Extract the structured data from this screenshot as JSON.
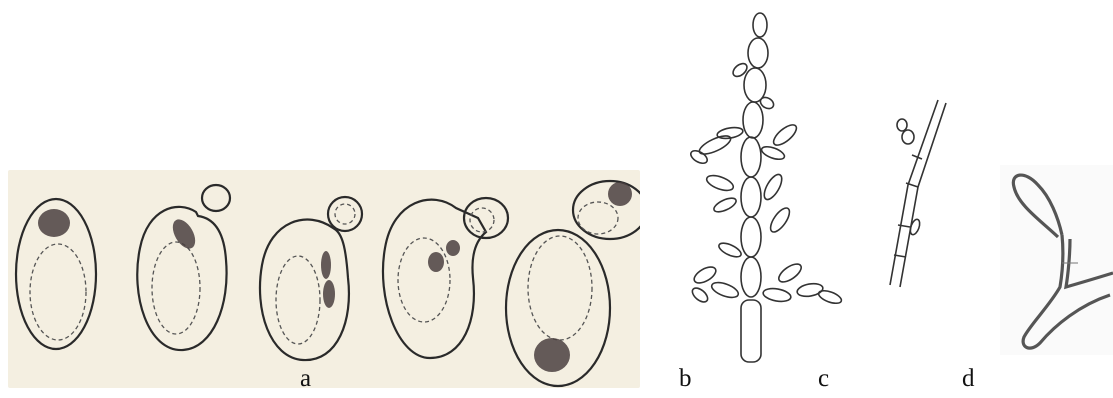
{
  "labels": {
    "a": "a",
    "b": "b",
    "c": "c",
    "d": "d"
  },
  "colors": {
    "panel_a_background": "#f4efe1",
    "outline": "#2a2a2a",
    "nucleus": "#4a4040"
  }
}
